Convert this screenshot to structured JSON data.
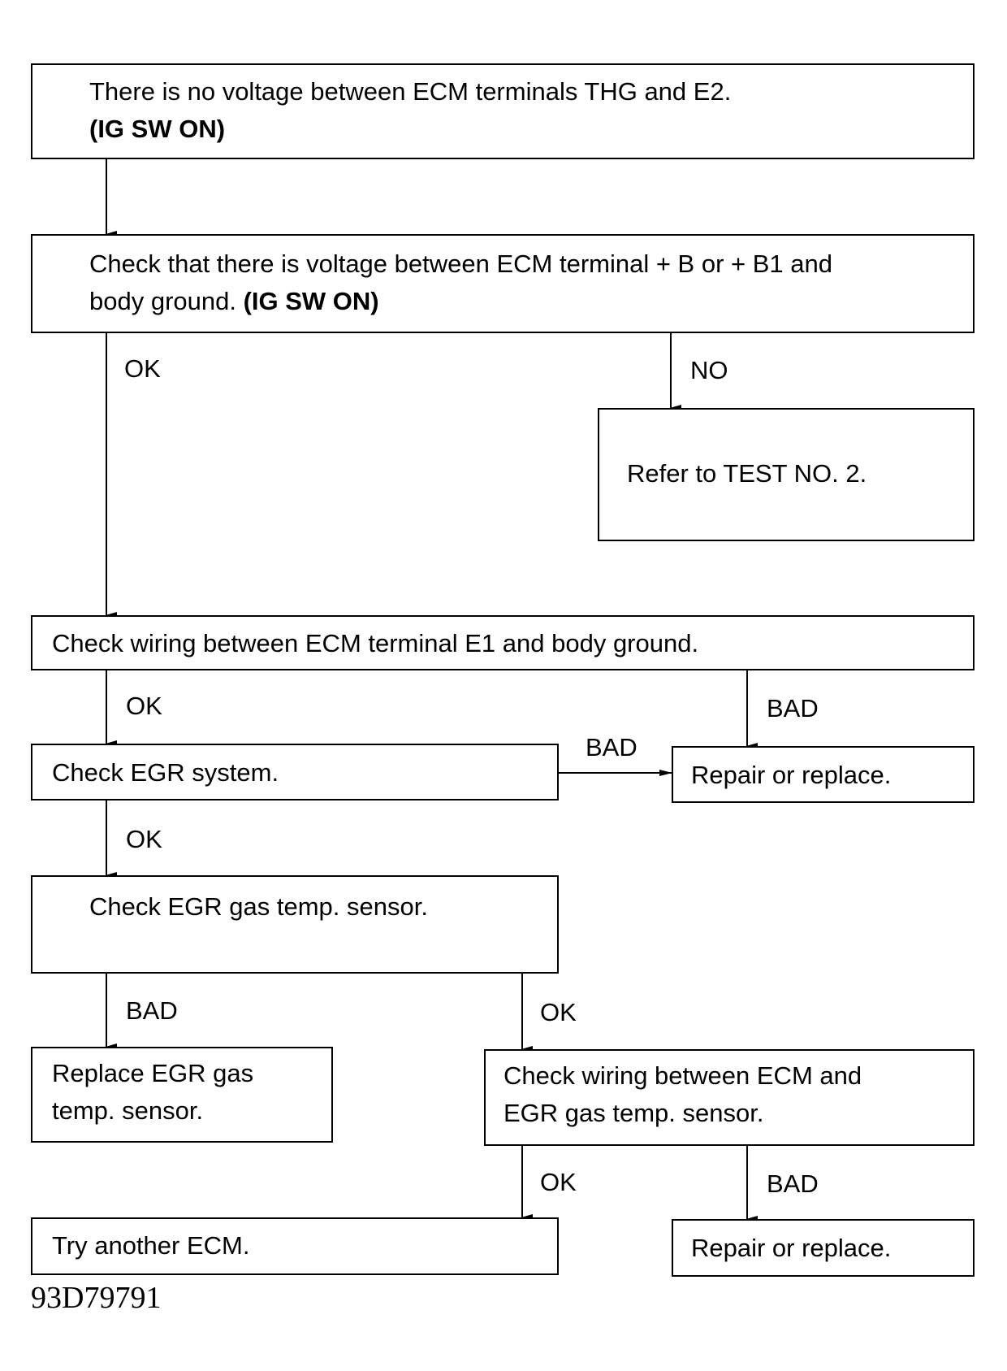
{
  "boxes": {
    "b1": {
      "line1": "There is no voltage between ECM terminals THG and E2.",
      "line2": "(IG SW ON)"
    },
    "b2": {
      "line1": "Check that there is voltage between ECM terminal  + B or  + B1 and",
      "line2_text": "body ground. ",
      "line2_bold": "(IG SW ON)"
    },
    "b3": {
      "text": "Refer to TEST NO. 2."
    },
    "b4": {
      "text": "Check wiring between ECM terminal E1 and body ground."
    },
    "b5": {
      "text": "Check EGR system."
    },
    "b6": {
      "text": "Repair or replace."
    },
    "b7": {
      "text": "Check EGR gas temp. sensor."
    },
    "b8": {
      "line1": "Replace EGR gas",
      "line2": "temp. sensor."
    },
    "b9": {
      "line1": "Check wiring between ECM and",
      "line2": "EGR gas temp. sensor."
    },
    "b10": {
      "text": "Try another ECM."
    },
    "b11": {
      "text": "Repair or replace."
    }
  },
  "labels": {
    "ok1": "OK",
    "no1": "NO",
    "ok2": "OK",
    "bad1": "BAD",
    "bad2": "BAD",
    "ok3": "OK",
    "bad3": "BAD",
    "ok4": "OK",
    "ok5": "OK",
    "bad4": "BAD"
  },
  "figure_code": "93D79791"
}
